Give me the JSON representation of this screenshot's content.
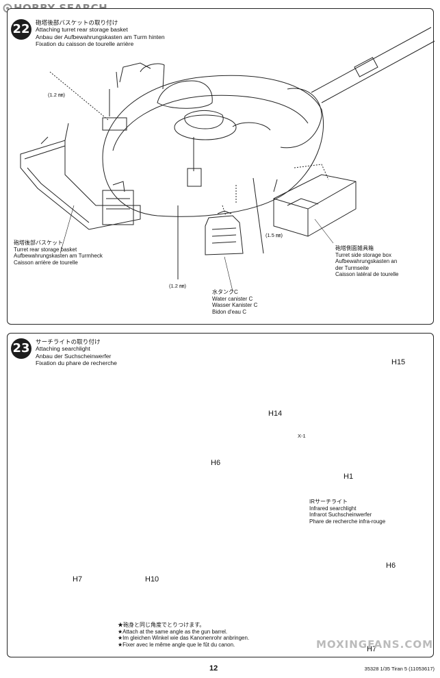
{
  "brand": {
    "name": "HOBBY SEARCH"
  },
  "step22": {
    "number": "22",
    "title": [
      "砲塔後部バスケットの取り付け",
      "Attaching turret rear storage basket",
      "Anbau der Aufbewahrungskasten am Turm hinten",
      "Fixation du caisson de tourelle arrière"
    ],
    "basket_label": [
      "砲塔後部バスケット",
      "Turret rear storage basket",
      "Aufbewahrungskasten am Turmheck",
      "Caisson arrière de tourelle"
    ],
    "side_box_label": [
      "砲塔側面雑具箱",
      "Turret side storage box",
      "Aufbewahrungskasten an",
      "der Turmseite",
      "Caisson latéral de tourelle"
    ],
    "canister_label": [
      "水タンクC",
      "Water canister C",
      "Wasser Kanister C",
      "Bidon d'eau C"
    ],
    "dims": [
      "(1.2 ㎜)",
      "(1.5 ㎜)",
      "(1.2 ㎜)"
    ]
  },
  "step23": {
    "number": "23",
    "title": [
      "サーチライトの取り付け",
      "Attaching searchlight",
      "Anbau der Suchscheinwerfer",
      "Fixation du phare de recherche"
    ],
    "parts": {
      "h15": "H15",
      "h14": "H14",
      "x1": "X-1",
      "h1": "H1",
      "h6a": "H6",
      "h7a": "H7",
      "h10": "H10",
      "h6b": "H6",
      "h7b": "H7"
    },
    "ir_label": [
      "IRサーチライト",
      "Infrared searchlight",
      "Infrarot Suchscheinwerfer",
      "Phare de recherche infra-rouge"
    ],
    "note": [
      "★砲身と同じ角度でとりつけます。",
      "★Attach at the same angle as the gun barrel.",
      "★Im gleichen Winkel wie das Kanonenrohr anbringen.",
      "★Fixer avec le même angle que le fût du canon."
    ]
  },
  "footer": {
    "page": "12",
    "code": "35328  1/35 Tiran 5 (11053617)"
  },
  "watermark": "MOXINGFANS.COM"
}
